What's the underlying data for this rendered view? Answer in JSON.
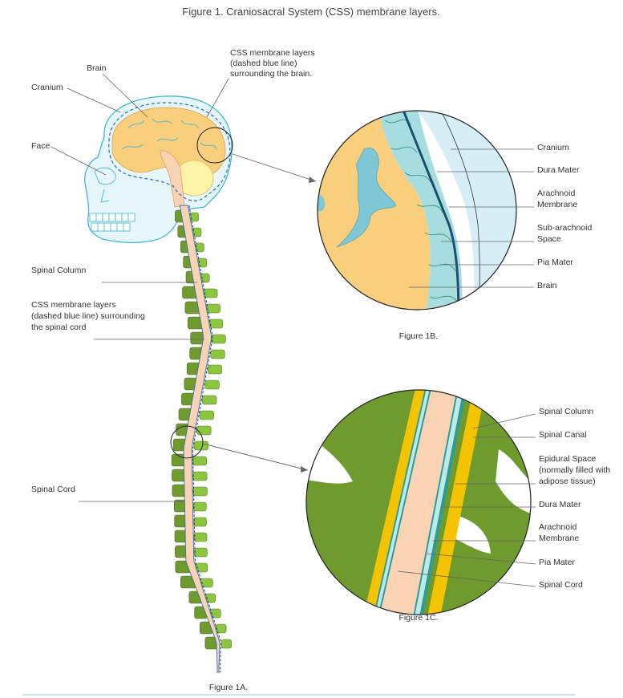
{
  "title": "Figure 1. Craniosacral System (CSS) membrane layers.",
  "captions": {
    "fig1a": "Figure 1A.",
    "fig1b": "Figure 1B.",
    "fig1c": "Figure 1C."
  },
  "figure_1a_labels": {
    "brain": "Brain",
    "cranium": "Cranium",
    "face": "Face",
    "css_brain": [
      "CSS membrane layers",
      "(dashed blue line)",
      "surrounding the brain."
    ],
    "spinal_column": "Spinal Column",
    "css_spinal": [
      "CSS membrane layers",
      "(dashed blue line) surrounding",
      "the spinal cord"
    ],
    "spinal_cord": "Spinal Cord"
  },
  "figure_1b_labels": {
    "cranium": "Cranium",
    "dura_mater": "Dura Mater",
    "arachnoid": [
      "Arachnoid",
      "Membrane"
    ],
    "subarachnoid": [
      "Sub-arachnoid",
      "Space"
    ],
    "pia_mater": "Pia Mater",
    "brain": "Brain"
  },
  "figure_1c_labels": {
    "spinal_column": "Spinal Column",
    "spinal_canal": "Spinal Canal",
    "epidural": [
      "Epidural Space",
      "(normally filled with",
      "adipose tissue)"
    ],
    "dura_mater": "Dura Mater",
    "arachnoid": [
      "Arachnoid",
      "Membrane"
    ],
    "pia_mater": "Pia Mater",
    "spinal_cord": "Spinal Cord"
  },
  "colors": {
    "skull": "#3db8d8",
    "skull_fill": "#e6f6fa",
    "brain": "#f9cf7d",
    "cerebellum": "#fff3a8",
    "vertebra": "#6f9a2e",
    "vertebra_light": "#8cc63f",
    "spinal_cord": "#f9d3b4",
    "yellow_canal": "#f5c400",
    "membrane": "#2a9d9a",
    "dura": "#1b4f72",
    "bone": "#d8eef7",
    "footer_line": "#9cc3d6"
  }
}
